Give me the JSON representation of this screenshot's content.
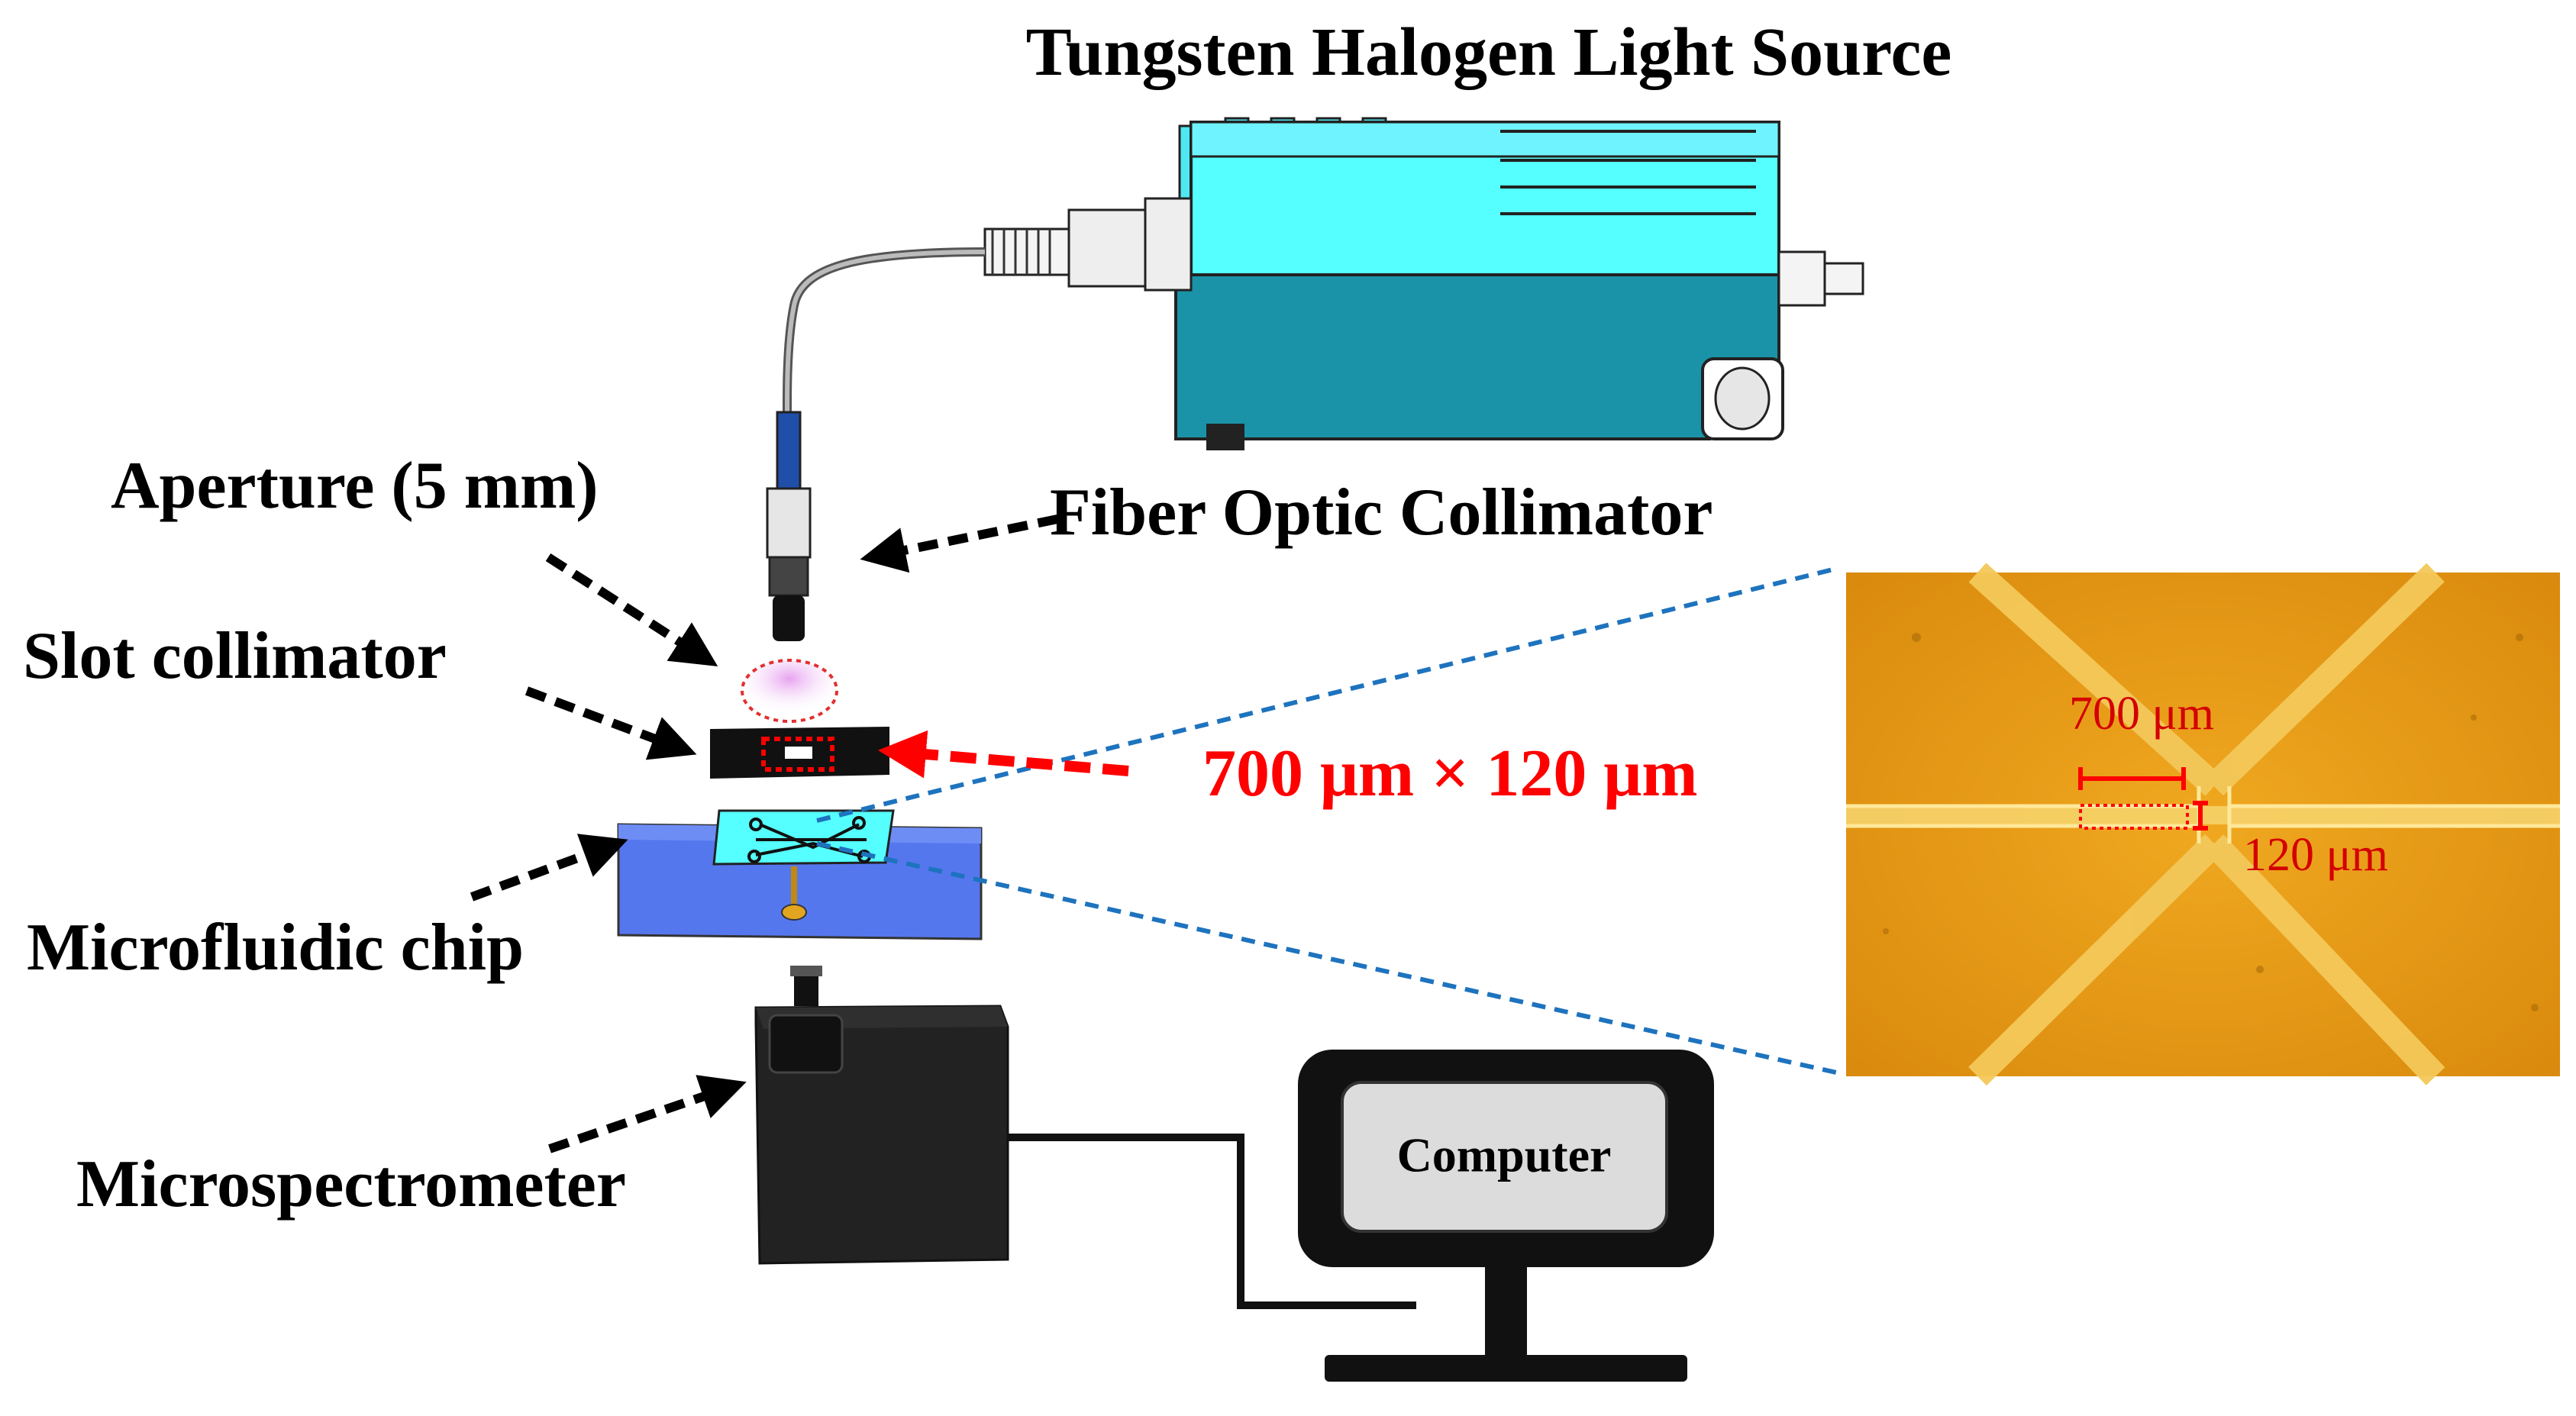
{
  "labels": {
    "light_source": "Tungsten Halogen Light Source",
    "aperture": "Aperture (5 mm)",
    "fiber_collimator": "Fiber Optic Collimator",
    "slot_collimator": "Slot collimator",
    "slot_size": "700 μm × 120 μm",
    "microfluidic_chip": "Microfluidic chip",
    "microspectrometer": "Microspectrometer",
    "computer": "Computer"
  },
  "micrograph": {
    "width_label": "700 μm",
    "height_label": "120 μm"
  },
  "colors": {
    "lamp_cyan": "#55ffff",
    "lamp_teal": "#1a93a8",
    "chip_blue": "#5577ee",
    "chip_cyan": "#55ffff",
    "arrow_red": "#ff0000",
    "zoom_line_blue": "#1e73be",
    "micrograph_bg": "#e69a10",
    "channel_gold": "#f6d36a"
  }
}
